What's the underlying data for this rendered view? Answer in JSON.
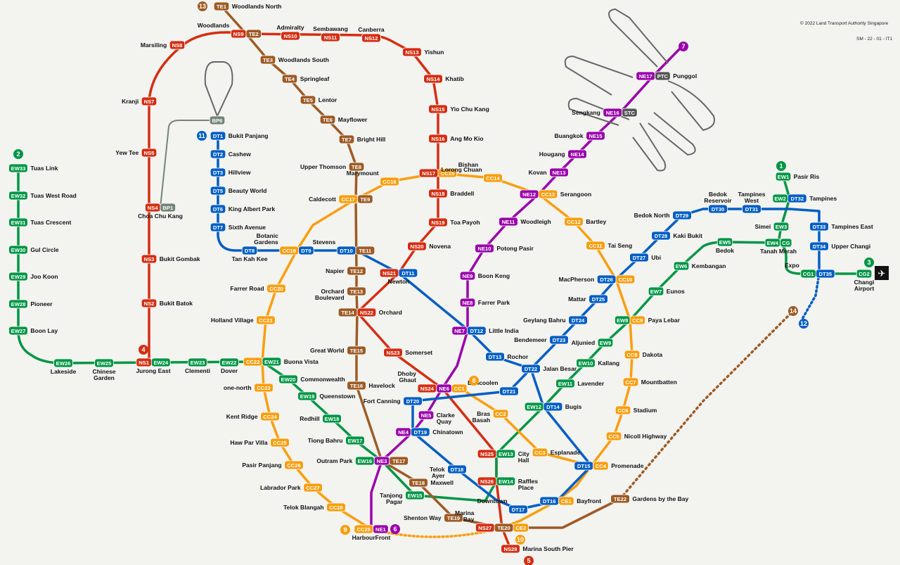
{
  "info": {
    "copyright": "© 2022 Land Transport Authority Singapore",
    "ref": "SM - 22 - 01 - IT1"
  },
  "colors": {
    "NS": "#d42e12",
    "EW": "#009645",
    "NE": "#9900aa",
    "CC": "#fa9e0d",
    "DT": "#005ec4",
    "TE": "#9d5b25",
    "BP": "#748477",
    "CG": "#009645",
    "CE": "#fa9e0d"
  },
  "lines": [
    {
      "num": "1",
      "color": "EW"
    },
    {
      "num": "2",
      "color": "EW"
    },
    {
      "num": "3",
      "color": "EW"
    },
    {
      "num": "4",
      "color": "NS"
    },
    {
      "num": "5",
      "color": "NS"
    },
    {
      "num": "6",
      "color": "NE"
    },
    {
      "num": "7",
      "color": "NE"
    },
    {
      "num": "8",
      "color": "CC"
    },
    {
      "num": "9",
      "color": "CC"
    },
    {
      "num": "10",
      "color": "CC"
    },
    {
      "num": "11",
      "color": "DT"
    },
    {
      "num": "12",
      "color": "DT"
    },
    {
      "num": "13",
      "color": "TE"
    },
    {
      "num": "14",
      "color": "TE"
    }
  ],
  "stations": [
    {
      "name": "Woodlands North",
      "codes": [
        "TE1"
      ]
    },
    {
      "name": "Woodlands",
      "codes": [
        "NS9",
        "TE2"
      ]
    },
    {
      "name": "Admiralty",
      "codes": [
        "NS10"
      ]
    },
    {
      "name": "Sembawang",
      "codes": [
        "NS11"
      ]
    },
    {
      "name": "Canberra",
      "codes": [
        "NS12"
      ]
    },
    {
      "name": "Yishun",
      "codes": [
        "NS13"
      ]
    },
    {
      "name": "Khatib",
      "codes": [
        "NS14"
      ]
    },
    {
      "name": "Yio Chu Kang",
      "codes": [
        "NS15"
      ]
    },
    {
      "name": "Ang Mo Kio",
      "codes": [
        "NS16"
      ]
    },
    {
      "name": "Bishan",
      "codes": [
        "NS17",
        "CC15"
      ]
    },
    {
      "name": "Braddell",
      "codes": [
        "NS18"
      ]
    },
    {
      "name": "Toa Payoh",
      "codes": [
        "NS19"
      ]
    },
    {
      "name": "Novena",
      "codes": [
        "NS20"
      ]
    },
    {
      "name": "Newton",
      "codes": [
        "NS21",
        "DT11"
      ]
    },
    {
      "name": "Orchard",
      "codes": [
        "TE14",
        "NS22"
      ]
    },
    {
      "name": "Somerset",
      "codes": [
        "NS23"
      ]
    },
    {
      "name": "Dhoby Ghaut",
      "codes": [
        "NS24",
        "NE6",
        "CC1"
      ]
    },
    {
      "name": "City Hall",
      "codes": [
        "NS25",
        "EW13"
      ]
    },
    {
      "name": "Raffles Place",
      "codes": [
        "NS26",
        "EW14"
      ]
    },
    {
      "name": "Marina Bay",
      "codes": [
        "NS27",
        "TE20",
        "CE2"
      ]
    },
    {
      "name": "Marina South Pier",
      "codes": [
        "NS28"
      ]
    },
    {
      "name": "Marsiling",
      "codes": [
        "NS8"
      ]
    },
    {
      "name": "Kranji",
      "codes": [
        "NS7"
      ]
    },
    {
      "name": "Yew Tee",
      "codes": [
        "NS5"
      ]
    },
    {
      "name": "Choa Chu Kang",
      "codes": [
        "NS4",
        "BP1"
      ]
    },
    {
      "name": "Bukit Gombak",
      "codes": [
        "NS3"
      ]
    },
    {
      "name": "Bukit Batok",
      "codes": [
        "NS2"
      ]
    },
    {
      "name": "Jurong East",
      "codes": [
        "NS1",
        "EW24"
      ]
    },
    {
      "name": "Tuas Link",
      "codes": [
        "EW33"
      ]
    },
    {
      "name": "Tuas West Road",
      "codes": [
        "EW32"
      ]
    },
    {
      "name": "Tuas Crescent",
      "codes": [
        "EW31"
      ]
    },
    {
      "name": "Gul Circle",
      "codes": [
        "EW30"
      ]
    },
    {
      "name": "Joo Koon",
      "codes": [
        "EW29"
      ]
    },
    {
      "name": "Pioneer",
      "codes": [
        "EW28"
      ]
    },
    {
      "name": "Boon Lay",
      "codes": [
        "EW27"
      ]
    },
    {
      "name": "Lakeside",
      "codes": [
        "EW26"
      ]
    },
    {
      "name": "Chinese Garden",
      "codes": [
        "EW25"
      ]
    },
    {
      "name": "Clementi",
      "codes": [
        "EW23"
      ]
    },
    {
      "name": "Dover",
      "codes": [
        "EW22"
      ]
    },
    {
      "name": "Buona Vista",
      "codes": [
        "CC22",
        "EW21"
      ]
    },
    {
      "name": "Commonwealth",
      "codes": [
        "EW20"
      ]
    },
    {
      "name": "Queenstown",
      "codes": [
        "EW19"
      ]
    },
    {
      "name": "Redhill",
      "codes": [
        "EW18"
      ]
    },
    {
      "name": "Tiong Bahru",
      "codes": [
        "EW17"
      ]
    },
    {
      "name": "Outram Park",
      "codes": [
        "EW16",
        "NE3",
        "TE17"
      ]
    },
    {
      "name": "Tanjong Pagar",
      "codes": [
        "EW15"
      ]
    },
    {
      "name": "Bugis",
      "codes": [
        "EW12",
        "DT14"
      ]
    },
    {
      "name": "Lavender",
      "codes": [
        "EW11"
      ]
    },
    {
      "name": "Kallang",
      "codes": [
        "EW10"
      ]
    },
    {
      "name": "Aljunied",
      "codes": [
        "EW9"
      ]
    },
    {
      "name": "Paya Lebar",
      "codes": [
        "EW8",
        "CC9"
      ]
    },
    {
      "name": "Eunos",
      "codes": [
        "EW7"
      ]
    },
    {
      "name": "Kembangan",
      "codes": [
        "EW6"
      ]
    },
    {
      "name": "Bedok",
      "codes": [
        "EW5"
      ]
    },
    {
      "name": "Tanah Merah",
      "codes": [
        "EW4",
        "CG"
      ]
    },
    {
      "name": "Simei",
      "codes": [
        "EW3"
      ]
    },
    {
      "name": "Tampines",
      "codes": [
        "EW2",
        "DT32"
      ]
    },
    {
      "name": "Pasir Ris",
      "codes": [
        "EW1"
      ]
    },
    {
      "name": "Expo",
      "codes": [
        "CG1",
        "DT35"
      ]
    },
    {
      "name": "Changi Airport",
      "codes": [
        "CG2"
      ]
    },
    {
      "name": "Punggol",
      "codes": [
        "NE17",
        "PTC"
      ]
    },
    {
      "name": "Sengkang",
      "codes": [
        "NE16",
        "STC"
      ]
    },
    {
      "name": "Buangkok",
      "codes": [
        "NE15"
      ]
    },
    {
      "name": "Hougang",
      "codes": [
        "NE14"
      ]
    },
    {
      "name": "Kovan",
      "codes": [
        "NE13"
      ]
    },
    {
      "name": "Serangoon",
      "codes": [
        "NE12",
        "CC13"
      ]
    },
    {
      "name": "Woodleigh",
      "codes": [
        "NE11"
      ]
    },
    {
      "name": "Potong Pasir",
      "codes": [
        "NE10"
      ]
    },
    {
      "name": "Boon Keng",
      "codes": [
        "NE9"
      ]
    },
    {
      "name": "Farrer Park",
      "codes": [
        "NE8"
      ]
    },
    {
      "name": "Little India",
      "codes": [
        "NE7",
        "DT12"
      ]
    },
    {
      "name": "Clarke Quay",
      "codes": [
        "NE5"
      ]
    },
    {
      "name": "Chinatown",
      "codes": [
        "NE4",
        "DT19"
      ]
    },
    {
      "name": "HarbourFront",
      "codes": [
        "CC29",
        "NE1"
      ]
    },
    {
      "name": "Bras Basah",
      "codes": [
        "CC2"
      ]
    },
    {
      "name": "Esplanade",
      "codes": [
        "CC3"
      ]
    },
    {
      "name": "Promenade",
      "codes": [
        "DT15",
        "CC4"
      ]
    },
    {
      "name": "Nicoll Highway",
      "codes": [
        "CC5"
      ]
    },
    {
      "name": "Stadium",
      "codes": [
        "CC6"
      ]
    },
    {
      "name": "Mountbatten",
      "codes": [
        "CC7"
      ]
    },
    {
      "name": "Dakota",
      "codes": [
        "CC8"
      ]
    },
    {
      "name": "MacPherson",
      "codes": [
        "DT26",
        "CC10"
      ]
    },
    {
      "name": "Tai Seng",
      "codes": [
        "CC11"
      ]
    },
    {
      "name": "Bartley",
      "codes": [
        "CC12"
      ]
    },
    {
      "name": "Lorong Chuan",
      "codes": [
        "CC14"
      ]
    },
    {
      "name": "Marymount",
      "codes": [
        "CC16"
      ]
    },
    {
      "name": "Caldecott",
      "codes": [
        "CC17",
        "TE9"
      ]
    },
    {
      "name": "Botanic Gardens",
      "codes": [
        "CC19",
        "DT9"
      ]
    },
    {
      "name": "Farrer Road",
      "codes": [
        "CC20"
      ]
    },
    {
      "name": "Holland Village",
      "codes": [
        "CC21"
      ]
    },
    {
      "name": "one-north",
      "codes": [
        "CC23"
      ]
    },
    {
      "name": "Kent Ridge",
      "codes": [
        "CC24"
      ]
    },
    {
      "name": "Haw Par Villa",
      "codes": [
        "CC25"
      ]
    },
    {
      "name": "Pasir Panjang",
      "codes": [
        "CC26"
      ]
    },
    {
      "name": "Labrador Park",
      "codes": [
        "CC27"
      ]
    },
    {
      "name": "Telok Blangah",
      "codes": [
        "CC28"
      ]
    },
    {
      "name": "Bayfront",
      "codes": [
        "DT16",
        "CE1"
      ]
    },
    {
      "name": "Bukit Panjang",
      "codes": [
        "DT1"
      ]
    },
    {
      "name": "Cashew",
      "codes": [
        "DT2"
      ]
    },
    {
      "name": "Hillview",
      "codes": [
        "DT3"
      ]
    },
    {
      "name": "Beauty World",
      "codes": [
        "DT5"
      ]
    },
    {
      "name": "King Albert Park",
      "codes": [
        "DT6"
      ]
    },
    {
      "name": "Sixth Avenue",
      "codes": [
        "DT7"
      ]
    },
    {
      "name": "Tan Kah Kee",
      "codes": [
        "DT8"
      ]
    },
    {
      "name": "Stevens",
      "codes": [
        "DT10",
        "TE11"
      ]
    },
    {
      "name": "Rochor",
      "codes": [
        "DT13"
      ]
    },
    {
      "name": "Jalan Besar",
      "codes": [
        "DT22"
      ]
    },
    {
      "name": "Bencoolen",
      "codes": [
        "DT21"
      ]
    },
    {
      "name": "Fort Canning",
      "codes": [
        "DT20"
      ]
    },
    {
      "name": "Telok Ayer",
      "codes": [
        "DT18"
      ]
    },
    {
      "name": "Downtown",
      "codes": [
        "DT17"
      ]
    },
    {
      "name": "Bendemeer",
      "codes": [
        "DT23"
      ]
    },
    {
      "name": "Geylang Bahru",
      "codes": [
        "DT24"
      ]
    },
    {
      "name": "Mattar",
      "codes": [
        "DT25"
      ]
    },
    {
      "name": "Ubi",
      "codes": [
        "DT27"
      ]
    },
    {
      "name": "Kaki Bukit",
      "codes": [
        "DT28"
      ]
    },
    {
      "name": "Bedok North",
      "codes": [
        "DT29"
      ]
    },
    {
      "name": "Bedok Reservoir",
      "codes": [
        "DT30"
      ]
    },
    {
      "name": "Tampines West",
      "codes": [
        "DT31"
      ]
    },
    {
      "name": "Tampines East",
      "codes": [
        "DT33"
      ]
    },
    {
      "name": "Upper Changi",
      "codes": [
        "DT34"
      ]
    },
    {
      "name": "",
      "codes": [
        "BP6"
      ]
    },
    {
      "name": "Springleaf",
      "codes": [
        "TE4"
      ]
    },
    {
      "name": "Woodlands South",
      "codes": [
        "TE3"
      ]
    },
    {
      "name": "Lentor",
      "codes": [
        "TE5"
      ]
    },
    {
      "name": "Mayflower",
      "codes": [
        "TE6"
      ]
    },
    {
      "name": "Bright Hill",
      "codes": [
        "TE7"
      ]
    },
    {
      "name": "Upper Thomson",
      "codes": [
        "TE8"
      ]
    },
    {
      "name": "Napier",
      "codes": [
        "TE12"
      ]
    },
    {
      "name": "Orchard Boulevard",
      "codes": [
        "TE13"
      ]
    },
    {
      "name": "Great World",
      "codes": [
        "TE15"
      ]
    },
    {
      "name": "Havelock",
      "codes": [
        "TE16"
      ]
    },
    {
      "name": "Maxwell",
      "codes": [
        "TE18"
      ]
    },
    {
      "name": "Shenton Way",
      "codes": [
        "TE19"
      ]
    },
    {
      "name": "Gardens by the Bay",
      "codes": [
        "TE22"
      ]
    }
  ]
}
